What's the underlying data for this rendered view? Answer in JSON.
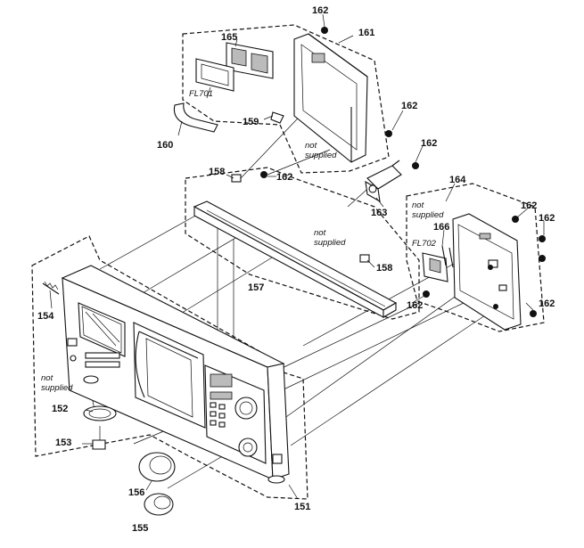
{
  "labels": {
    "p162a": "162",
    "p165": "165",
    "p161": "161",
    "fl701": "FL701",
    "p162b": "162",
    "p159": "159",
    "p160": "160",
    "p162c": "162",
    "ns1a": "not",
    "ns1b": "supplied",
    "p158a": "158",
    "p162d": "162",
    "p163": "163",
    "p164": "164",
    "ns2a": "not",
    "ns2b": "supplied",
    "p162e": "162",
    "p162f": "162",
    "p166": "166",
    "fl702": "FL702",
    "ns3a": "not",
    "ns3b": "supplied",
    "p158b": "158",
    "p157": "157",
    "p162g": "162",
    "p162h": "162",
    "p154": "154",
    "ns4a": "not",
    "ns4b": "supplied",
    "p152": "152",
    "p153": "153",
    "p156": "156",
    "p155": "155",
    "p151": "151"
  }
}
